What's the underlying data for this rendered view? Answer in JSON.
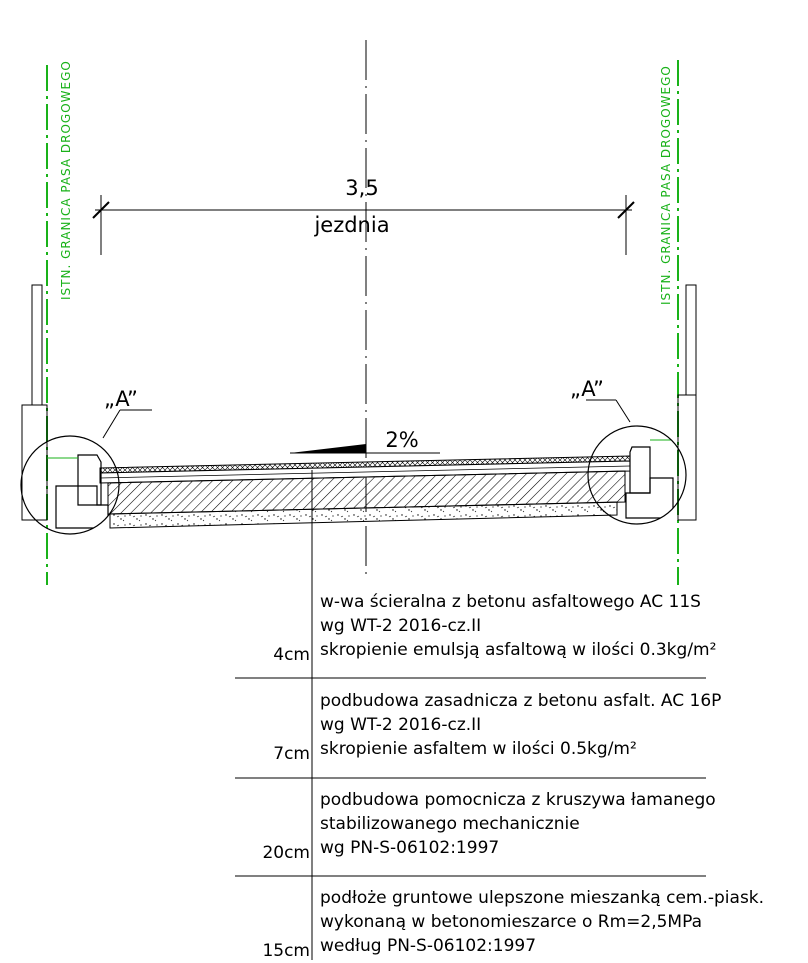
{
  "border_label": "ISTN. GRANICA PASA DROGOWEGO",
  "dimension": {
    "value": "3,5",
    "label": "jezdnia"
  },
  "slope": "2%",
  "detail_marker": "„A”",
  "layers": [
    {
      "thickness": "4cm",
      "lines": [
        "w-wa ścieralna z betonu asfaltowego AC 11S",
        "wg WT-2 2016-cz.II",
        "skropienie emulsją asfaltową w ilości 0.3kg/m²"
      ]
    },
    {
      "thickness": "7cm",
      "lines": [
        "podbudowa zasadnicza z betonu asfalt. AC 16P",
        "wg WT-2 2016-cz.II",
        "skropienie asfaltem w ilości 0.5kg/m²"
      ]
    },
    {
      "thickness": "20cm",
      "lines": [
        "podbudowa pomocnicza z kruszywa łamanego",
        "stabilizowanego mechanicznie",
        "wg PN-S-06102:1997"
      ]
    },
    {
      "thickness": "15cm",
      "lines": [
        "podłoże gruntowe ulepszone mieszanką cem.-piask.",
        "wykonaną w betonomieszarce o Rm=2,5MPa",
        "według PN-S-06102:1997"
      ]
    }
  ],
  "colors": {
    "line": "#000000",
    "border": "#19b219",
    "background": "#ffffff"
  }
}
